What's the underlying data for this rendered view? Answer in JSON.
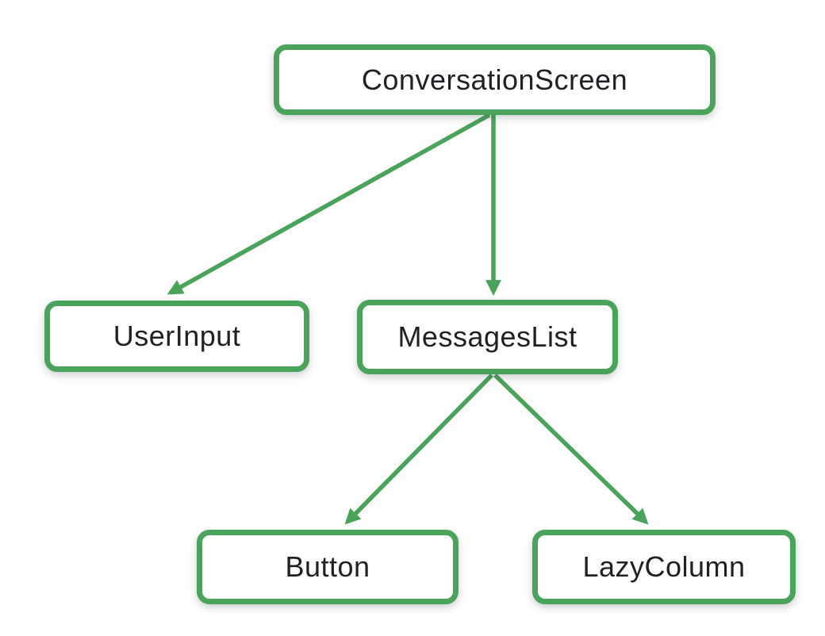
{
  "diagram": {
    "type": "tree",
    "accent_color": "#4aa35a",
    "node_fill": "#ffffff",
    "text_color": "#202124",
    "nodes": [
      {
        "id": "conversation-screen",
        "label": "ConversationScreen"
      },
      {
        "id": "user-input",
        "label": "UserInput"
      },
      {
        "id": "messages-list",
        "label": "MessagesList"
      },
      {
        "id": "button",
        "label": "Button"
      },
      {
        "id": "lazy-column",
        "label": "LazyColumn"
      }
    ],
    "edges": [
      {
        "from": "ConversationScreen",
        "to": "UserInput"
      },
      {
        "from": "ConversationScreen",
        "to": "MessagesList"
      },
      {
        "from": "MessagesList",
        "to": "Button"
      },
      {
        "from": "MessagesList",
        "to": "LazyColumn"
      }
    ]
  }
}
